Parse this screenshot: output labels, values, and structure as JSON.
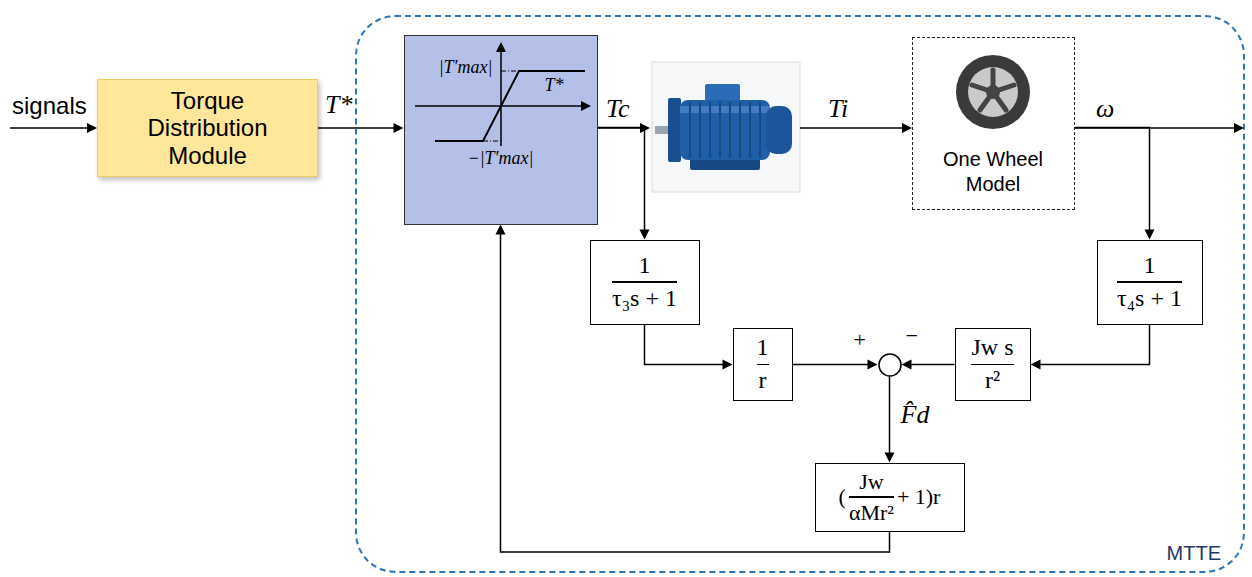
{
  "diagram": {
    "nodes": [
      {
        "text": [
          "Torque Distribution Module"
        ]
      },
      {
        "text": [
          "MTTE"
        ]
      },
      {
        "text": [
          "|T′max|",
          "T*",
          "−|T′max|"
        ],
        "in": 1
      },
      {
        "text": [
          "One Wheel Model"
        ],
        "in": 1
      },
      {
        "text": [
          "1",
          "τ₃s + 1"
        ],
        "in": 1
      },
      {
        "text": [
          "1",
          "τ₄s + 1"
        ],
        "in": 1
      },
      {
        "text": [
          "1",
          "r"
        ],
        "in": 1
      },
      {
        "text": [
          "+",
          "−"
        ],
        "in": 1
      },
      {
        "text": [
          "Jw s",
          "r²"
        ],
        "in": 1
      },
      {
        "text": [
          "(",
          "Jw",
          "αMr²",
          "+ 1)r"
        ],
        "in": 1
      }
    ],
    "edges": [
      {
        "from": 0,
        "to": 2,
        "arrow": "to",
        "label": "T*"
      },
      {
        "from": 2,
        "to": 4,
        "arrow": "to"
      },
      {
        "from": 3,
        "to": 5,
        "arrow": "to"
      },
      {
        "from": 4,
        "to": 6,
        "arrow": "to"
      },
      {
        "from": 6,
        "to": 7,
        "arrow": "to"
      },
      {
        "from": 5,
        "to": 8,
        "arrow": "to"
      },
      {
        "from": 8,
        "to": 7,
        "arrow": "to"
      },
      {
        "from": 7,
        "to": 9,
        "arrow": "to",
        "label": "F̂d"
      },
      {
        "from": 9,
        "to": 2,
        "arrow": "to"
      }
    ],
    "labels": [
      "signals",
      "Tc",
      "Ti",
      "ω"
    ]
  }
}
